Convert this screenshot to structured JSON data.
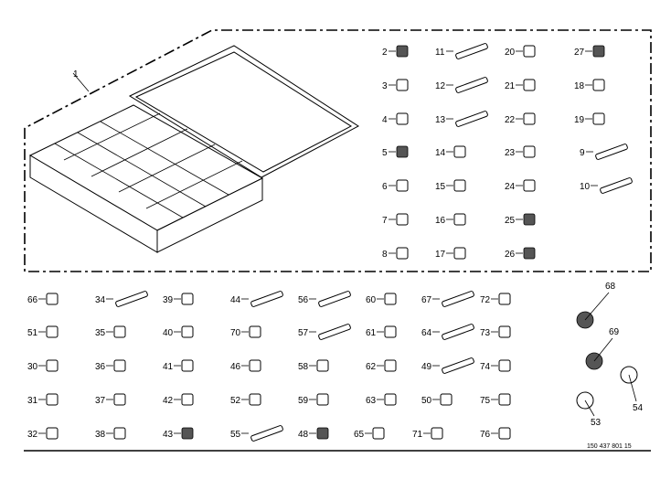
{
  "figure": {
    "document_id": "150 437 801 15",
    "main_label": "1",
    "kit_labels": [
      "2",
      "3",
      "4",
      "5",
      "6",
      "7",
      "8",
      "11",
      "12",
      "13",
      "14",
      "15",
      "16",
      "17",
      "20",
      "21",
      "22",
      "23",
      "24",
      "25",
      "26",
      "27",
      "18",
      "19",
      "9",
      "10"
    ],
    "lower_labels": [
      "66",
      "51",
      "30",
      "31",
      "32",
      "34",
      "35",
      "36",
      "37",
      "38",
      "39",
      "40",
      "41",
      "42",
      "43",
      "44",
      "70",
      "46",
      "52",
      "55",
      "56",
      "57",
      "58",
      "59",
      "48",
      "60",
      "61",
      "62",
      "63",
      "65",
      "67",
      "64",
      "49",
      "50",
      "71",
      "72",
      "73",
      "74",
      "75",
      "76",
      "68",
      "69",
      "54",
      "53"
    ]
  }
}
